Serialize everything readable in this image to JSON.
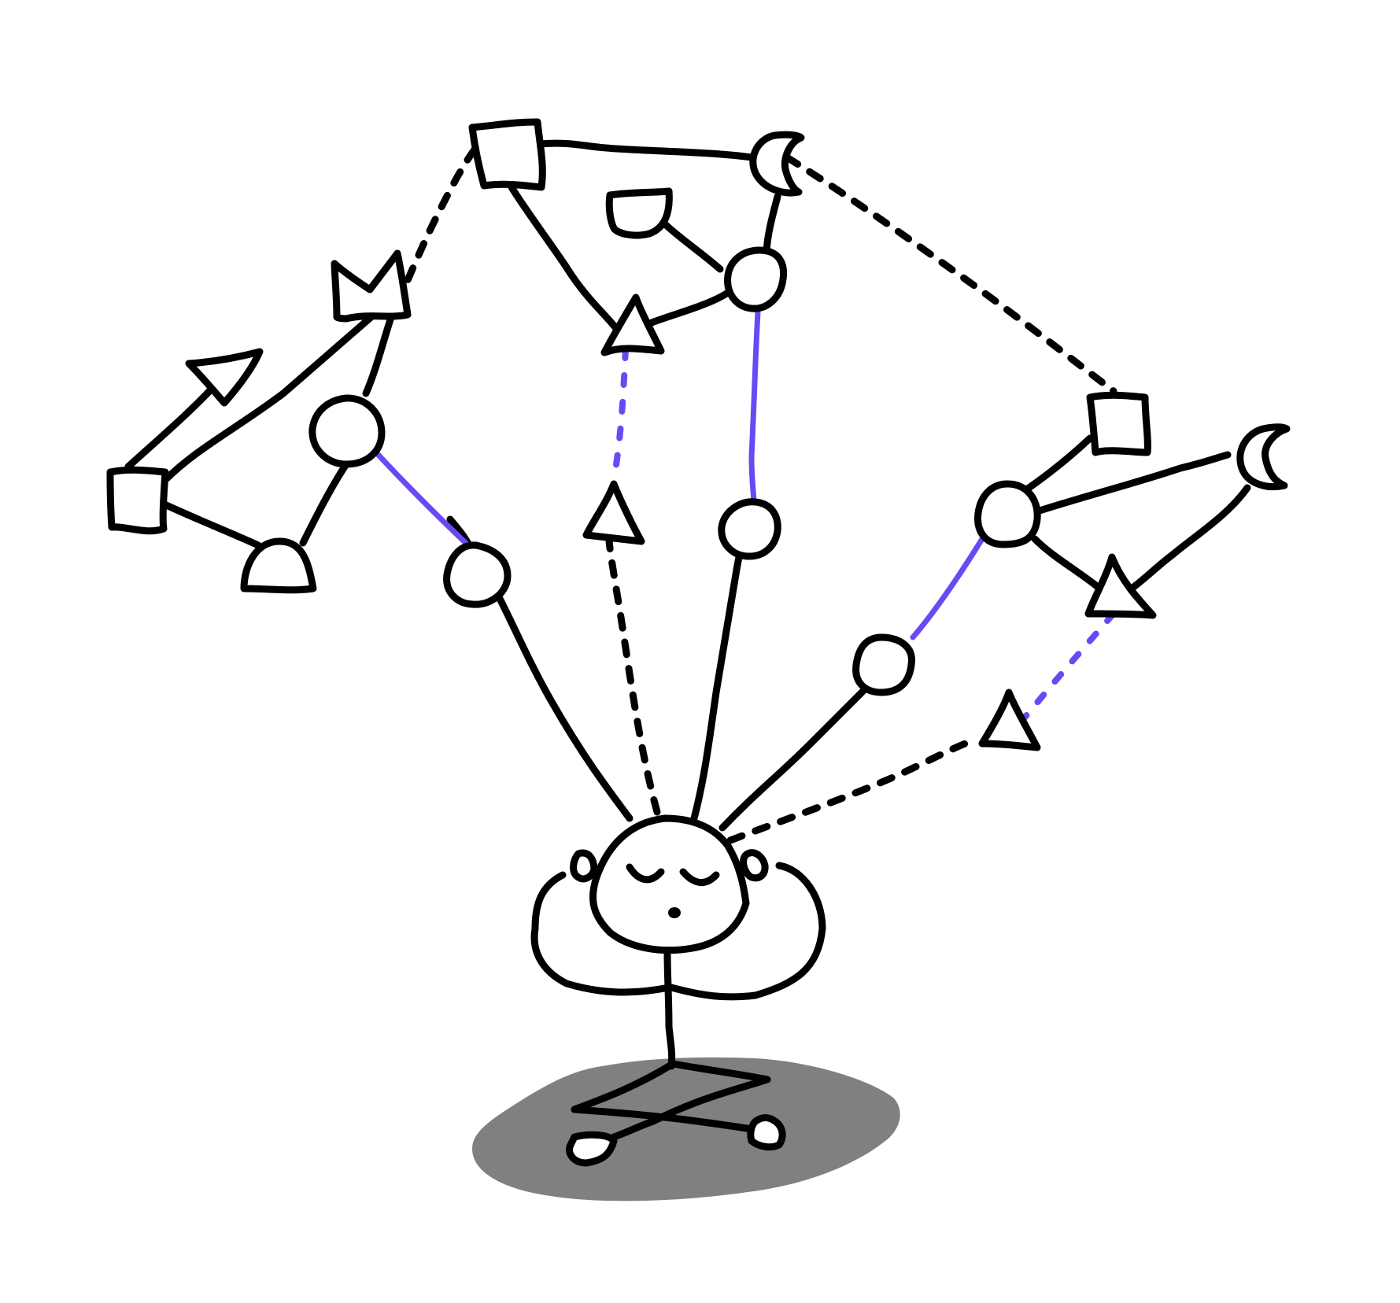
{
  "illustration": {
    "subject": "person-meditating-icon",
    "colors": {
      "background": "#ffffff",
      "ink": "#000000",
      "accent": "#6a49f5",
      "shadow": "#808080"
    },
    "legend": {
      "solid_link": "solid-line",
      "dotted_link": "dashed-line",
      "accent_link": "purple-line"
    }
  }
}
